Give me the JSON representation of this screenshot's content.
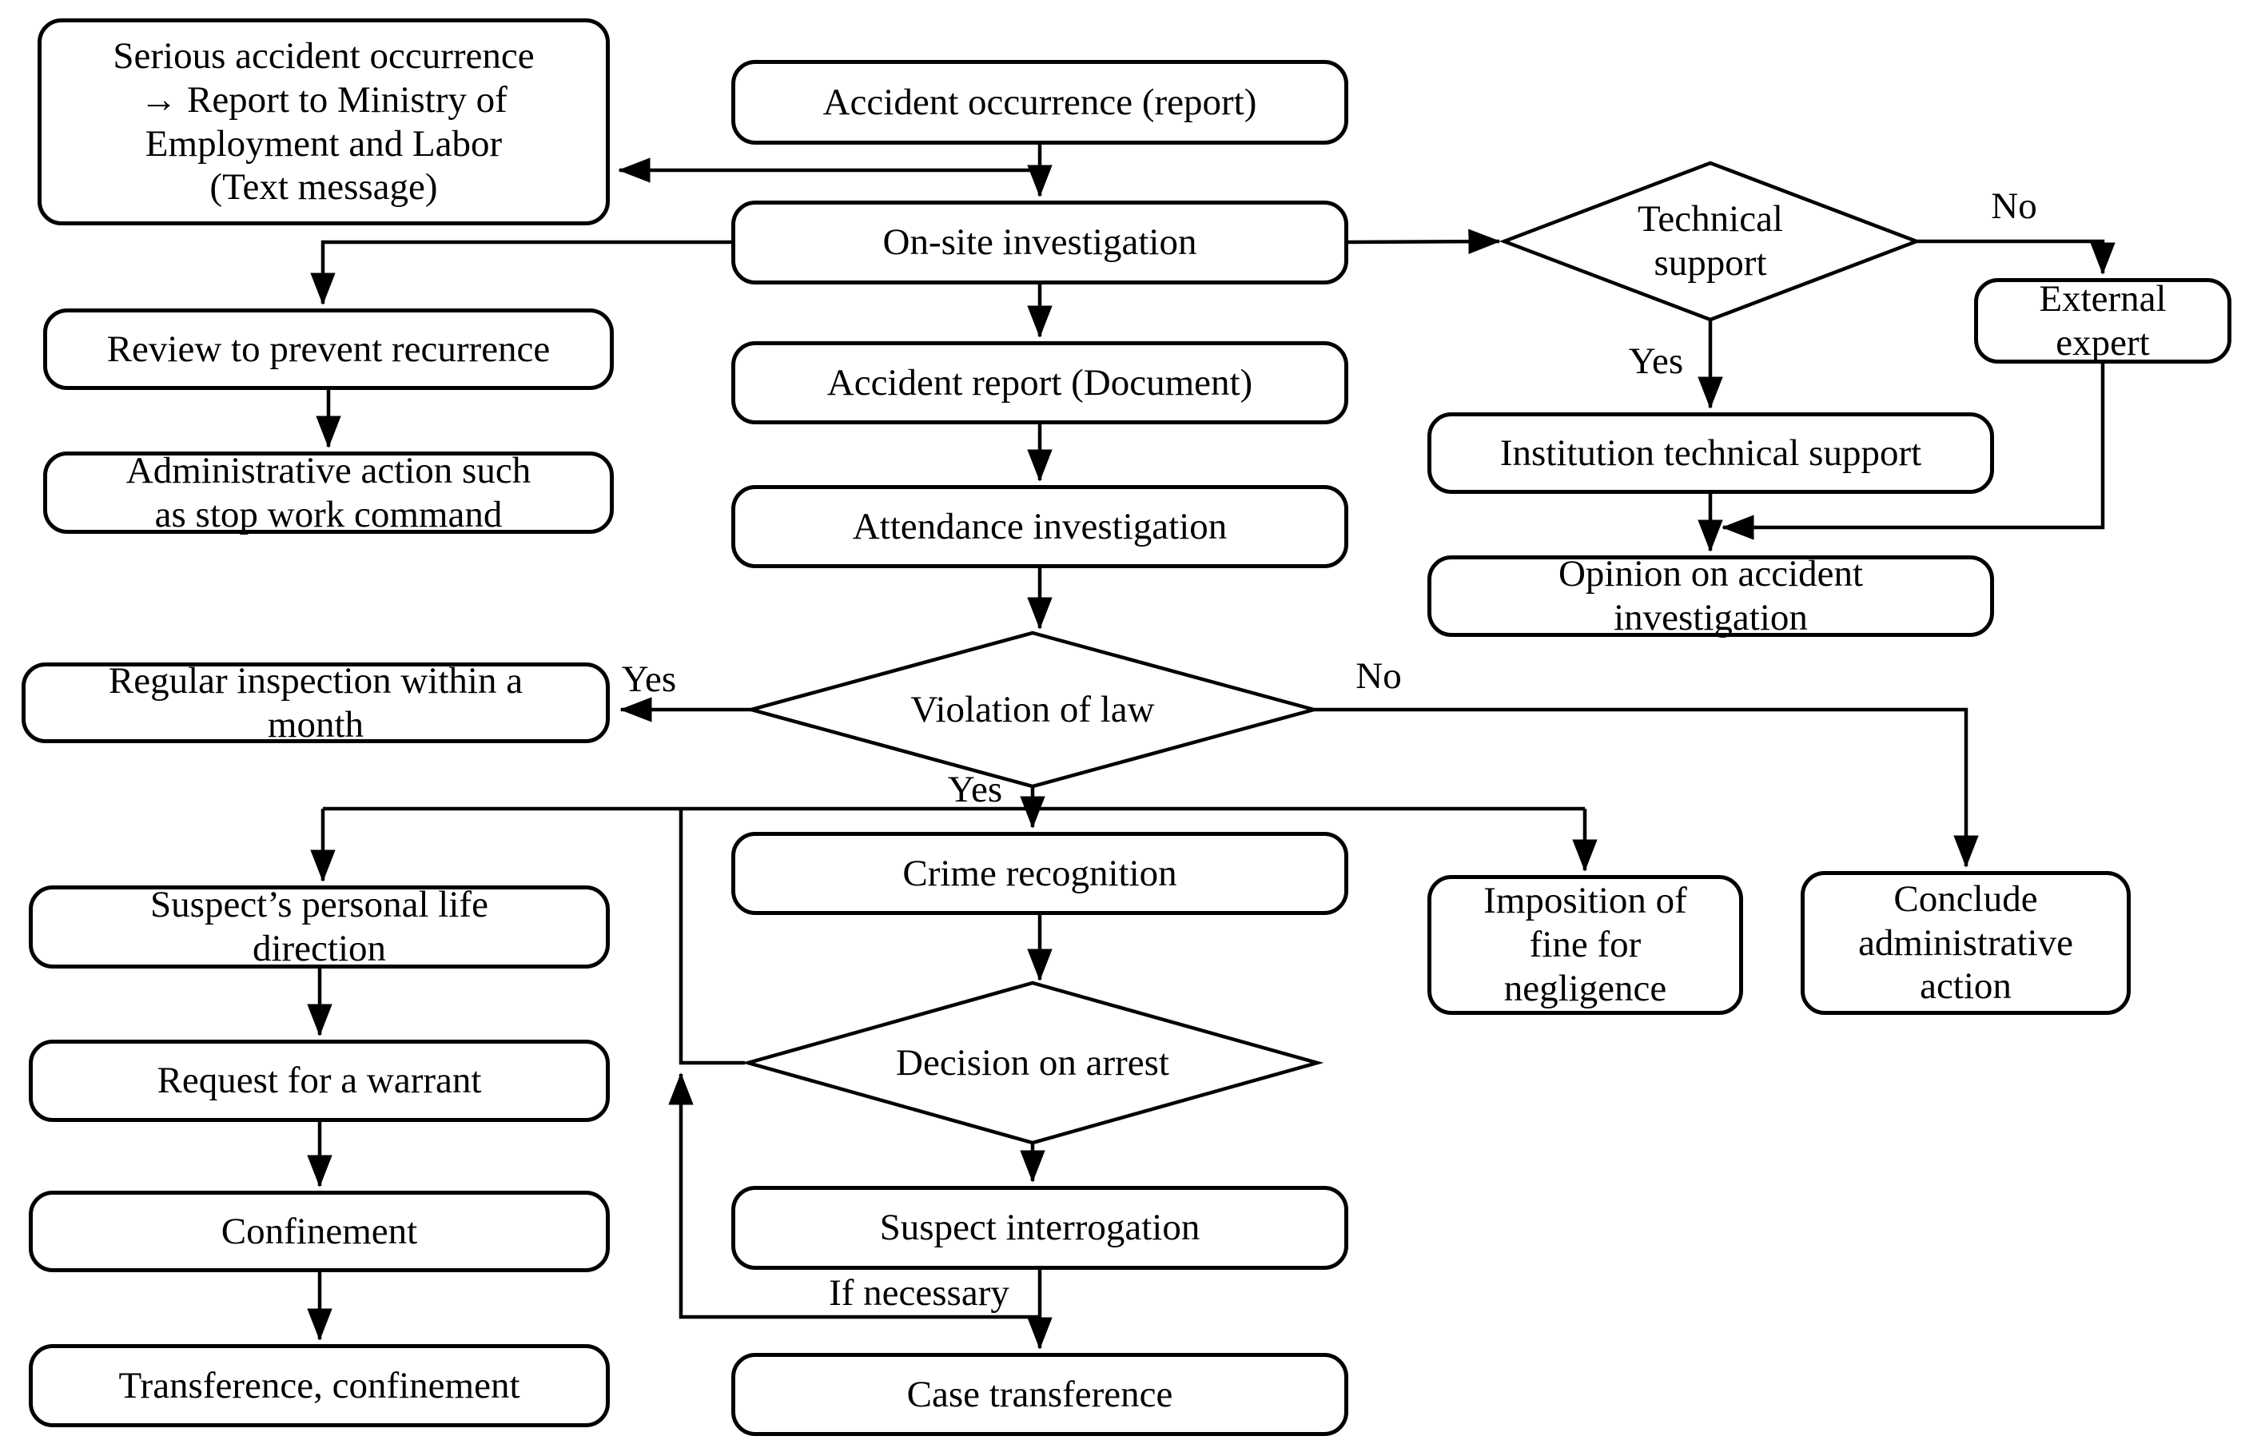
{
  "diagram": {
    "colors": {
      "background": "#ffffff",
      "line": "#000000",
      "node_fill": "#ffffff",
      "text": "#000000"
    },
    "nodes": {
      "serious_accident": {
        "lines": [
          "Serious accident occurrence",
          "→ Report to Ministry of",
          "Employment and Labor",
          "(Text message)"
        ]
      },
      "accident_occurrence": {
        "lines": [
          "Accident occurrence (report)"
        ]
      },
      "on_site_investigation": {
        "lines": [
          "On-site investigation"
        ]
      },
      "review_prevent_recurrence": {
        "lines": [
          "Review to prevent recurrence"
        ]
      },
      "administrative_action": {
        "lines": [
          "Administrative action such",
          "as stop work command"
        ]
      },
      "accident_report": {
        "lines": [
          "Accident report (Document)"
        ]
      },
      "attendance_investigation": {
        "lines": [
          "Attendance investigation"
        ]
      },
      "technical_support": {
        "lines": [
          "Technical",
          "support"
        ]
      },
      "external_expert": {
        "lines": [
          "External",
          "expert"
        ]
      },
      "institution_technical_support": {
        "lines": [
          "Institution technical support"
        ]
      },
      "opinion_accident_investigation": {
        "lines": [
          "Opinion on accident",
          "investigation"
        ]
      },
      "regular_inspection": {
        "lines": [
          "Regular inspection within a",
          "month"
        ]
      },
      "violation_of_law": {
        "lines": [
          "Violation of law"
        ]
      },
      "crime_recognition": {
        "lines": [
          "Crime recognition"
        ]
      },
      "imposition_of_fine": {
        "lines": [
          "Imposition of",
          "fine for",
          "negligence"
        ]
      },
      "conclude_administrative_action": {
        "lines": [
          "Conclude",
          "administrative",
          "action"
        ]
      },
      "suspect_personal_life": {
        "lines": [
          "Suspect’s personal life",
          "direction"
        ]
      },
      "request_for_warrant": {
        "lines": [
          "Request for a warrant"
        ]
      },
      "confinement": {
        "lines": [
          "Confinement"
        ]
      },
      "transference_confinement": {
        "lines": [
          "Transference, confinement"
        ]
      },
      "decision_on_arrest": {
        "lines": [
          "Decision on arrest"
        ]
      },
      "suspect_interrogation": {
        "lines": [
          "Suspect interrogation"
        ]
      },
      "case_transference": {
        "lines": [
          "Case transference"
        ]
      }
    },
    "edge_labels": {
      "technical_no": "No",
      "technical_yes": "Yes",
      "violation_yes_left": "Yes",
      "violation_no": "No",
      "violation_yes_down": "Yes",
      "if_necessary": "If necessary"
    }
  }
}
